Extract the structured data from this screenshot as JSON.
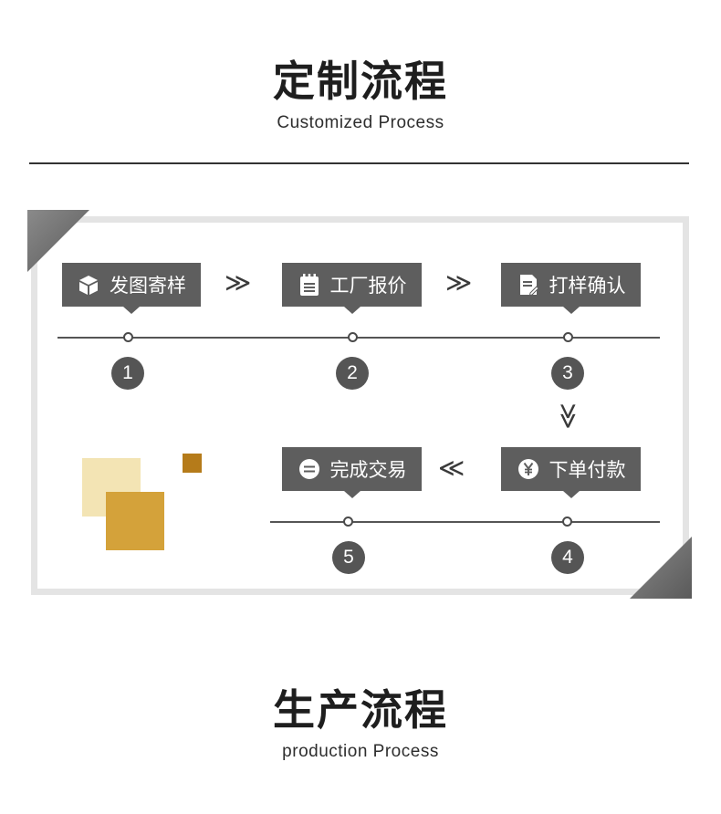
{
  "header": {
    "title": "定制流程",
    "subtitle": "Customized Process"
  },
  "steps": [
    {
      "number": "1",
      "label": "发图寄样",
      "icon": "box-icon"
    },
    {
      "number": "2",
      "label": "工厂报价",
      "icon": "notepad-icon"
    },
    {
      "number": "3",
      "label": "打样确认",
      "icon": "document-edit-icon"
    },
    {
      "number": "4",
      "label": "下单付款",
      "icon": "yen-coin-icon"
    },
    {
      "number": "5",
      "label": "完成交易",
      "icon": "equals-circle-icon"
    }
  ],
  "arrows": {
    "right": "≫",
    "down": "≫",
    "left": "≪"
  },
  "colors": {
    "step_box": "#5e5e5e",
    "timeline": "#555555",
    "accent_light": "#f3e4b4",
    "accent_mid": "#d4a23a",
    "accent_dark": "#b57b1a",
    "panel_border": "#e4e4e4"
  },
  "footer": {
    "title": "生产流程",
    "subtitle": "production Process"
  }
}
